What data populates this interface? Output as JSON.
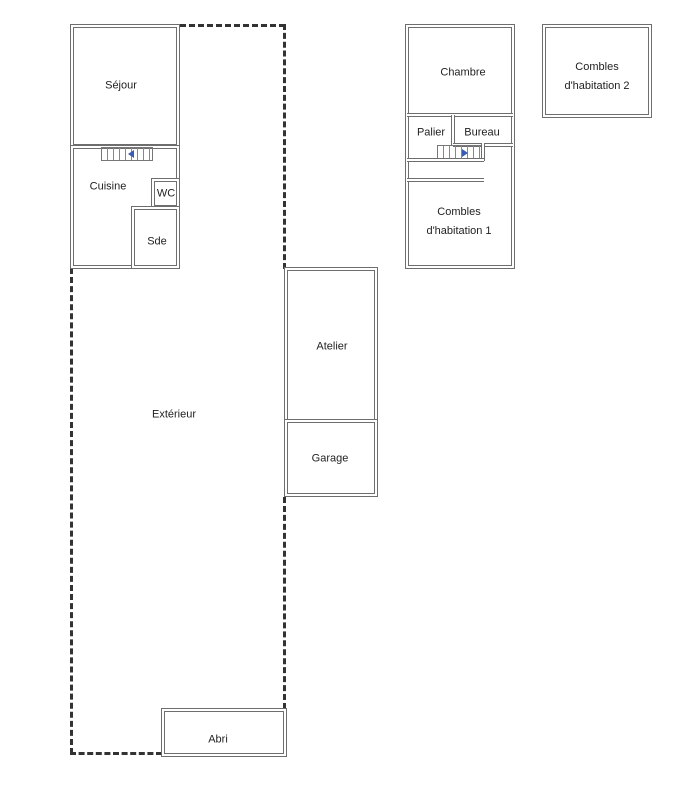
{
  "plan": {
    "ground_floor": {
      "sejour": "Séjour",
      "cuisine": "Cuisine",
      "wc": "WC",
      "sde": "Sde"
    },
    "outdoor": {
      "exterieur": "Extérieur",
      "atelier": "Atelier",
      "garage": "Garage",
      "abri": "Abri"
    },
    "upper_floor": {
      "chambre": "Chambre",
      "palier": "Palier",
      "bureau": "Bureau",
      "combles1_line1": "Combles",
      "combles1_line2": "d'habitation 1",
      "combles2_line1": "Combles",
      "combles2_line2": "d'habitation 2"
    },
    "colors": {
      "wall": "#6e6e6e",
      "dashed_boundary": "#333333",
      "stair_arrow": "#3a5bb5"
    }
  }
}
